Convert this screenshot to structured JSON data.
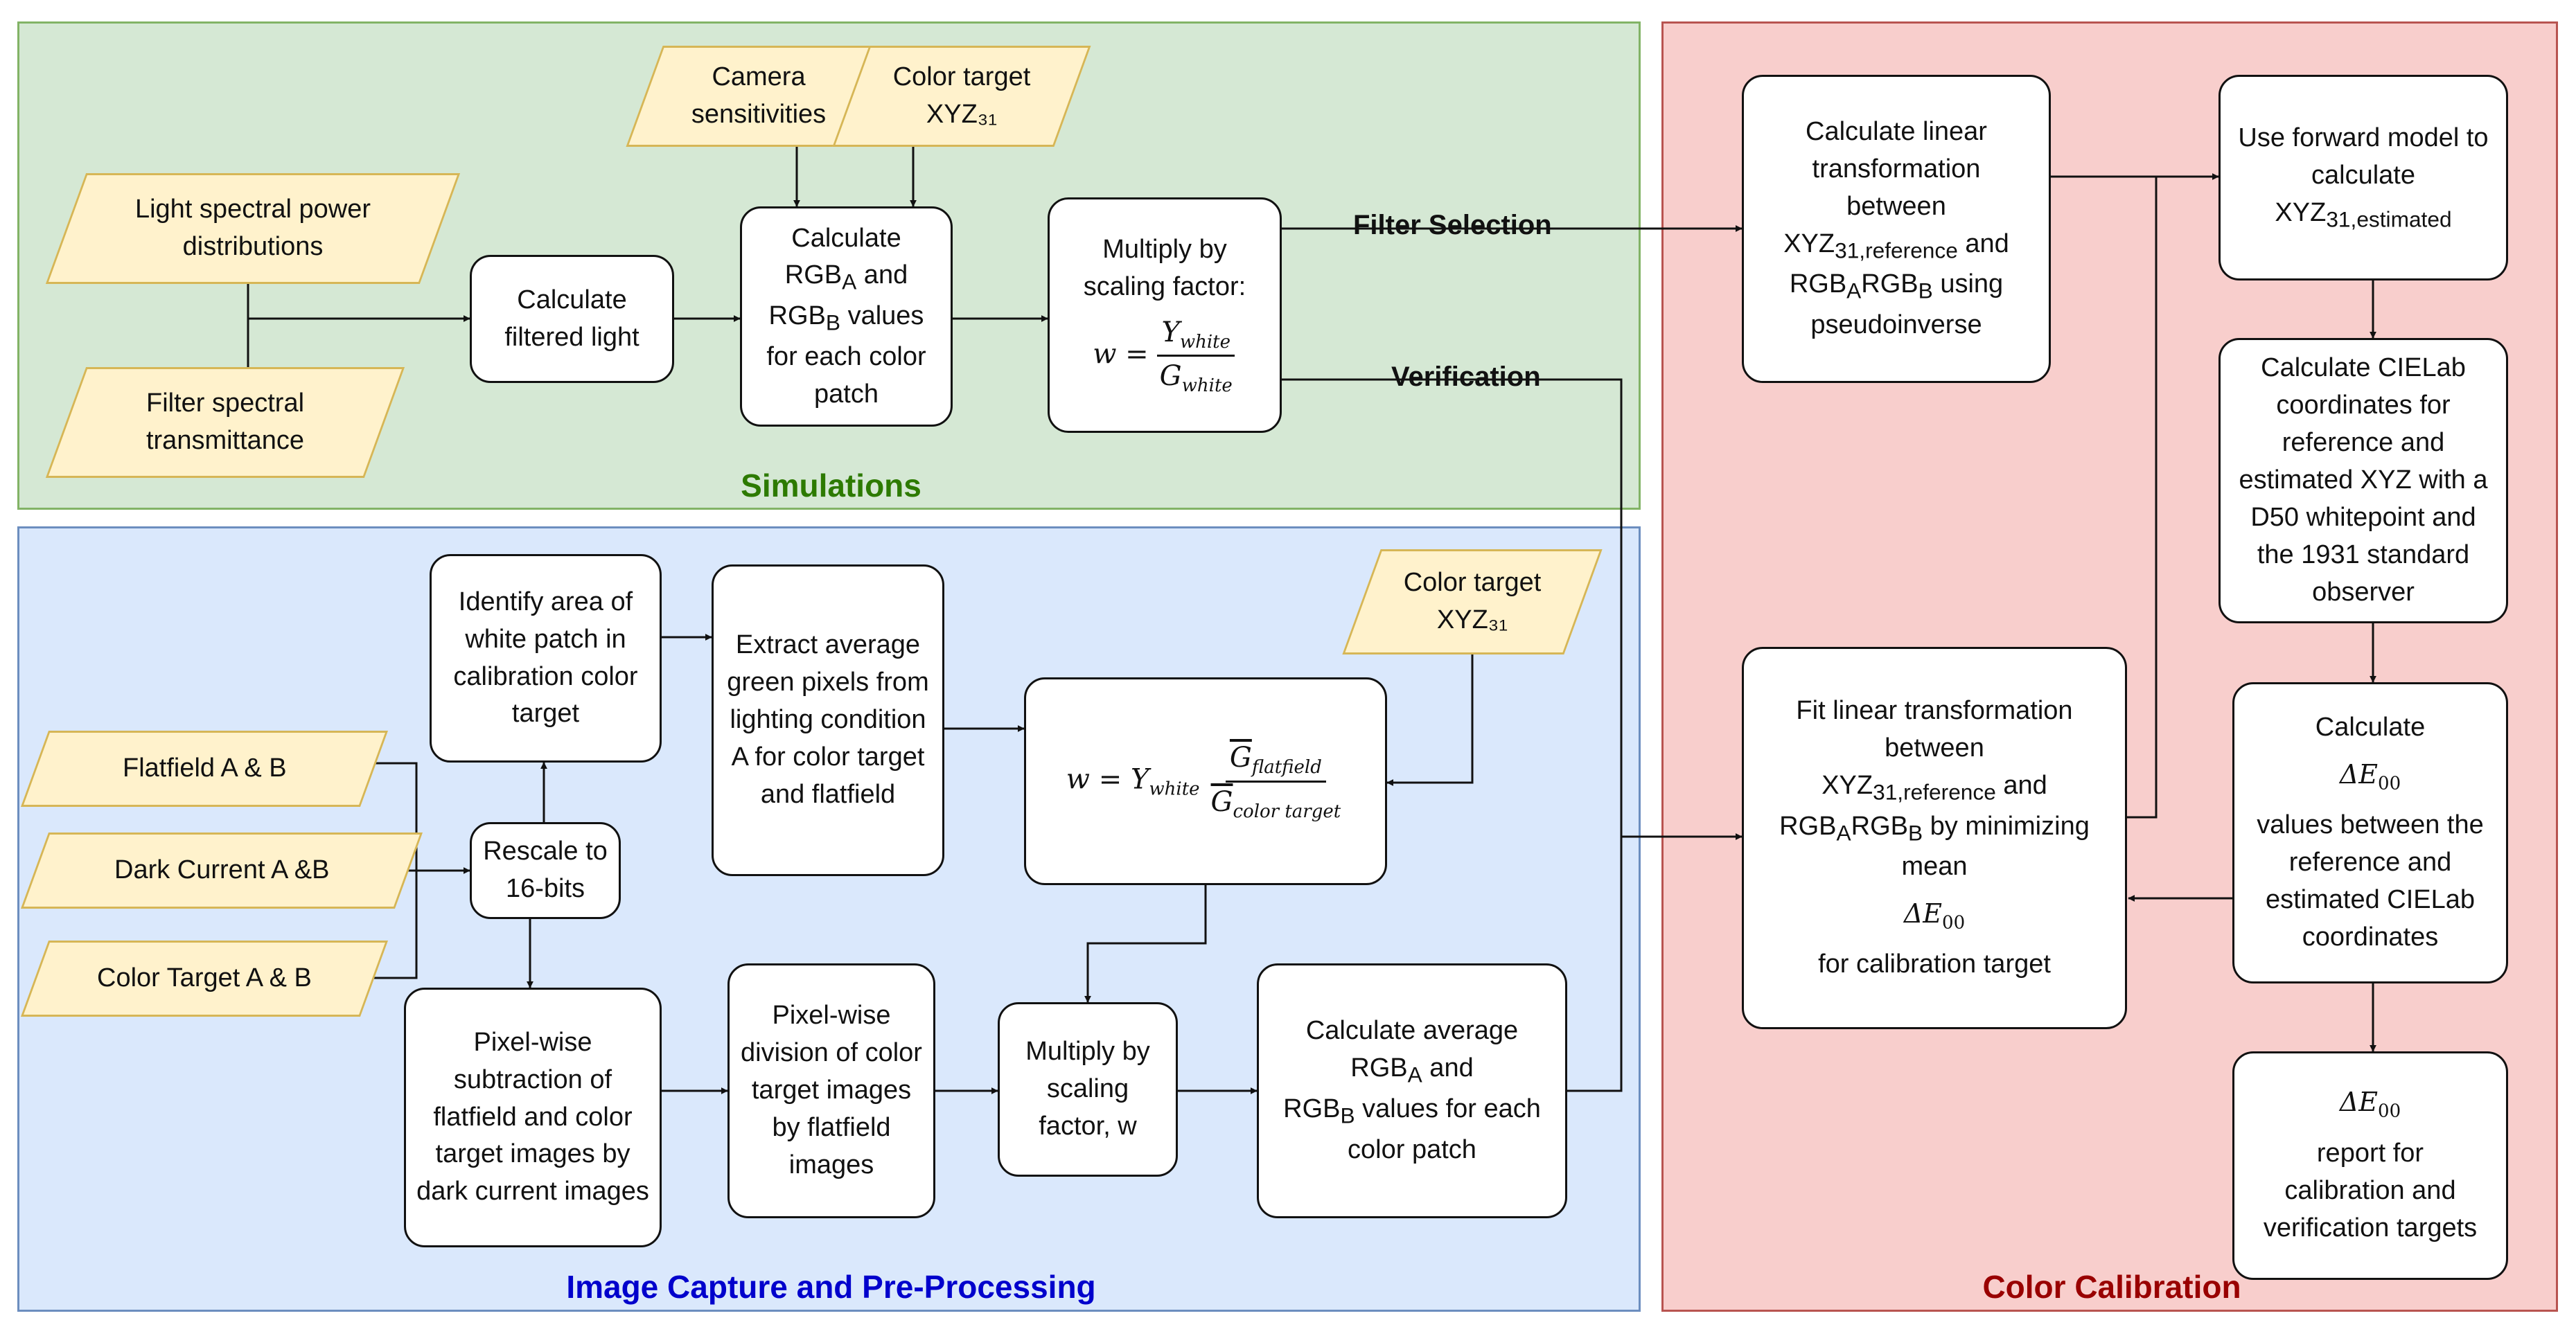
{
  "regions": {
    "simulations": "Simulations",
    "image_capture": "Image Capture and Pre-Processing",
    "color_calibration": "Color Calibration"
  },
  "inputs": {
    "light_spd": "Light spectral power distributions",
    "filter_trans": "Filter spectral transmittance",
    "camera_sens": "Camera sensitivities",
    "color_target_sim": "Color target XYZ₃₁",
    "color_target_icp": "Color target XYZ₃₁",
    "flatfield": "Flatfield A & B",
    "dark_current": "Dark Current A &B",
    "color_target_ab": "Color Target A & B"
  },
  "process": {
    "calc_filtered_light": "Calculate filtered light",
    "calc_rgb_sim": "Calculate RGBA and RGBB values for each color patch",
    "multiply_sim_top": "Multiply by scaling factor:",
    "formula_w_sim": "w = Ywhite / Gwhite",
    "identify_white": "Identify area of white patch in calibration color target",
    "extract_green": "Extract average green pixels from lighting condition A for color target and flatfield",
    "formula_w_icp": "w = Ywhite · Ḡflatfield / Ḡcolor target",
    "rescale": "Rescale to 16-bits",
    "subtraction": "Pixel-wise subtraction of flatfield and color target images by dark current images",
    "division": "Pixel-wise division of color target images by flatfield images",
    "multiply_icp": "Multiply by scaling factor, w",
    "calc_avg_rgb": "Calculate average RGBA and RGBB values for each color patch",
    "calc_linear": "Calculate linear transformation between XYZ31,reference and RGBARGBB using pseudoinverse",
    "forward_model": "Use forward model to calculate XYZ31,estimated",
    "cielab": "Calculate CIELab coordinates for reference and estimated XYZ with a D50 whitepoint and the 1931 standard observer",
    "fit_linear": "Fit linear transformation between XYZ31,reference and RGBARGBB by minimizing mean ΔE00 for calibration target",
    "calc_delta": "Calculate ΔE00 values between the reference and estimated CIELab coordinates",
    "report": "ΔE00 report for calibration and verification targets"
  },
  "edge_labels": {
    "filter_selection": "Filter Selection",
    "verification": "Verification"
  },
  "colors": {
    "simulations_bg": "#d5e8d4",
    "simulations_border": "#82b366",
    "image_capture_bg": "#dae8fc",
    "image_capture_border": "#6c8ebf",
    "color_calibration_bg": "#f8cecc",
    "color_calibration_border": "#b85450",
    "input_fill": "#fff2cc",
    "input_border": "#d6b656"
  }
}
